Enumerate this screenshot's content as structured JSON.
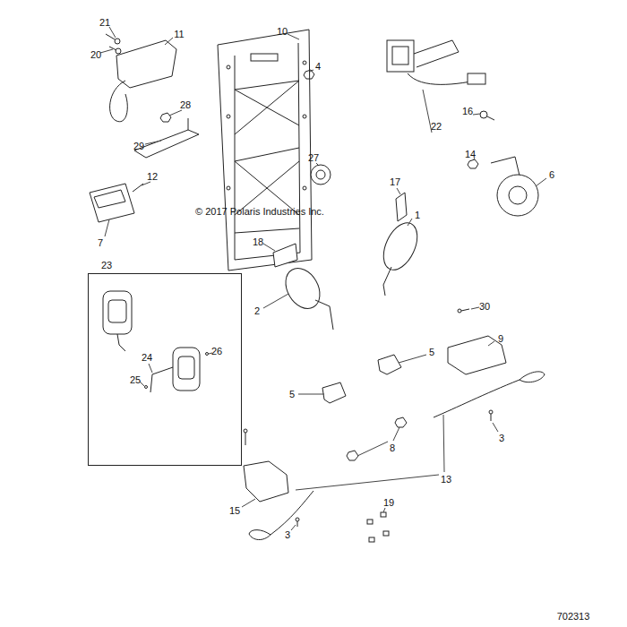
{
  "diagram": {
    "nodes": [
      {
        "text": [
          "23"
        ]
      }
    ],
    "labels": [
      "21",
      "20",
      "11",
      "10",
      "4",
      "28",
      "29",
      "12",
      "7",
      "22",
      "16",
      "14",
      "6",
      "27",
      "© 2017  Polaris Industries Inc.",
      "17",
      "1",
      "18",
      "2",
      "24",
      "26",
      "25",
      "30",
      "9",
      "5",
      "5",
      "8",
      "3",
      "13",
      "15",
      "3",
      "19",
      "702313"
    ]
  }
}
